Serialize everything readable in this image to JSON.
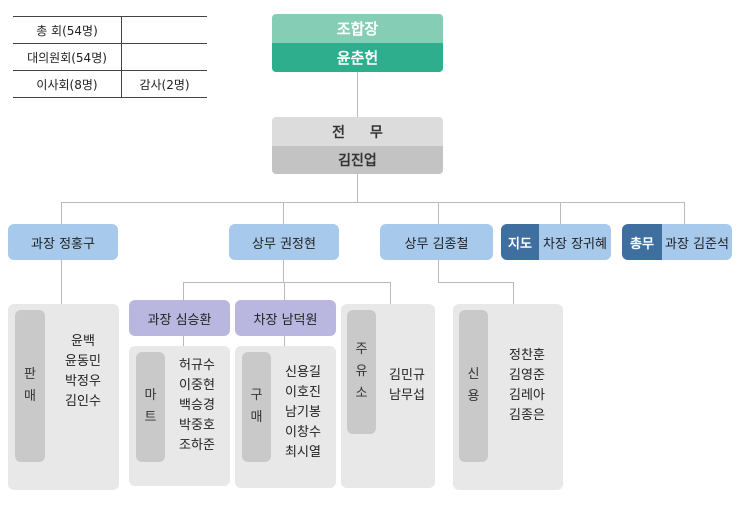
{
  "counts": {
    "row1": "총  회(54명)",
    "row2": "대의원회(54명)",
    "row3": "이사회(8명)",
    "row3_right": "감사(2명)"
  },
  "chairman": {
    "title": "조합장",
    "name": "윤춘헌"
  },
  "director": {
    "title": "전  무",
    "name": "김진업"
  },
  "level2": {
    "sales_head": "과장 정홍구",
    "managing1": "상무 권정현",
    "managing2": "상무 김종철",
    "guidance": {
      "dept": "지도",
      "head": "차장 장귀혜"
    },
    "general": {
      "dept": "총무",
      "head": "과장 김준석"
    }
  },
  "level3": {
    "mart_head": "과장 심승환",
    "purchase_head": "차장 남덕원"
  },
  "teams": {
    "sales": {
      "label": [
        "판",
        "매"
      ],
      "members": [
        "윤백",
        "윤동민",
        "박정우",
        "김인수"
      ]
    },
    "mart": {
      "label": [
        "마",
        "트"
      ],
      "members": [
        "허규수",
        "이중현",
        "백승경",
        "박중호",
        "조하준"
      ]
    },
    "purchase": {
      "label": [
        "구",
        "매"
      ],
      "members": [
        "신용길",
        "이호진",
        "남기봉",
        "이창수",
        "최시열"
      ]
    },
    "gas": {
      "label": [
        "주",
        "유",
        "소"
      ],
      "members": [
        "김민규",
        "남무섭"
      ]
    },
    "credit": {
      "label": [
        "신",
        "용"
      ],
      "members": [
        "정찬훈",
        "김영준",
        "김레아",
        "김종은"
      ]
    }
  },
  "colors": {
    "chair_light": "#86cdb6",
    "chair_dark": "#2fae8d",
    "director_light": "#dcdcdc",
    "director_dark": "#c3c3c3",
    "blue_light": "#a6c9ec",
    "blue_dark": "#3f6f9f",
    "purple": "#b9b7df",
    "team_bg": "#e8e8e8",
    "team_tag": "#c9c9c9"
  }
}
